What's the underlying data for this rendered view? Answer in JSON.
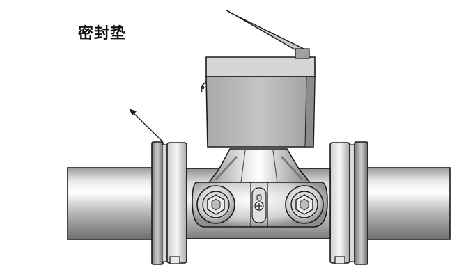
{
  "diagram": {
    "label_text": "密封垫",
    "parts": {
      "gasket": "gasket-ring",
      "sensor_box": "converter-housing",
      "pipe": "pipeline",
      "flange": "flange",
      "electrode_bolt": "hex-socket-bolt",
      "ground_screw": "grounding-screw",
      "lever": "cover-lever"
    },
    "colors": {
      "outline": "#1a1a1a",
      "pipe_light": "#f2f2f2",
      "pipe_dark": "#8c8c8c",
      "housing_front": "#b9b9b9",
      "housing_top": "#d8d8d8"
    }
  }
}
